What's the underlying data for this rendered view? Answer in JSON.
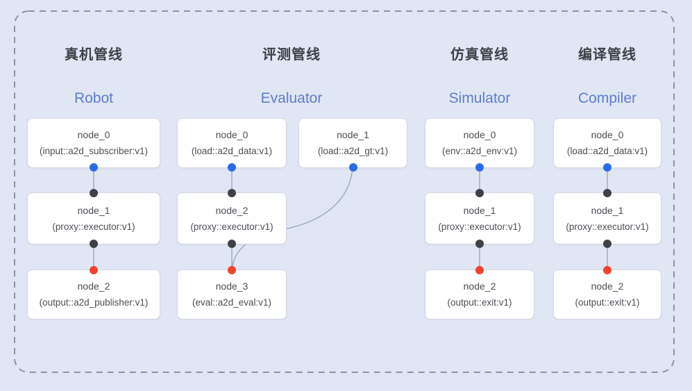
{
  "diagram": {
    "background_color": "#e1e6f4",
    "dashed_border_color": "#8e939c",
    "edge_color": "#9aa3b2",
    "port_colors": {
      "output_source": "#2a6ce8",
      "intermediate": "#3e4145",
      "final_input": "#ee4331"
    },
    "header_cn_color": "#3d4147",
    "header_en_color": "#5b7ecd"
  },
  "pipelines": [
    {
      "title_cn": "真机管线",
      "title_en": "Robot",
      "nodes": [
        {
          "name": "node_0",
          "type": "(input::a2d_subscriber:v1)"
        },
        {
          "name": "node_1",
          "type": "(proxy::executor:v1)"
        },
        {
          "name": "node_2",
          "type": "(output::a2d_publisher:v1)"
        }
      ]
    },
    {
      "title_cn": "评测管线",
      "title_en": "Evaluator",
      "nodes": [
        {
          "name": "node_0",
          "type": "(load::a2d_data:v1)"
        },
        {
          "name": "node_1",
          "type": "(load::a2d_gt:v1)"
        },
        {
          "name": "node_2",
          "type": "(proxy::executor:v1)"
        },
        {
          "name": "node_3",
          "type": "(eval::a2d_eval:v1)"
        }
      ]
    },
    {
      "title_cn": "仿真管线",
      "title_en": "Simulator",
      "nodes": [
        {
          "name": "node_0",
          "type": "(env::a2d_env:v1)"
        },
        {
          "name": "node_1",
          "type": "(proxy::executor:v1)"
        },
        {
          "name": "node_2",
          "type": "(output::exit:v1)"
        }
      ]
    },
    {
      "title_cn": "编译管线",
      "title_en": "Compiler",
      "nodes": [
        {
          "name": "node_0",
          "type": "(load::a2d_data:v1)"
        },
        {
          "name": "node_1",
          "type": "(proxy::executor:v1)"
        },
        {
          "name": "node_2",
          "type": "(output::exit:v1)"
        }
      ]
    }
  ],
  "edges": [
    {
      "from": "robot.node_0",
      "to": "robot.node_1"
    },
    {
      "from": "robot.node_1",
      "to": "robot.node_2"
    },
    {
      "from": "evaluator.node_0",
      "to": "evaluator.node_2"
    },
    {
      "from": "evaluator.node_1",
      "to": "evaluator.node_3"
    },
    {
      "from": "evaluator.node_2",
      "to": "evaluator.node_3"
    },
    {
      "from": "simulator.node_0",
      "to": "simulator.node_1"
    },
    {
      "from": "simulator.node_1",
      "to": "simulator.node_2"
    },
    {
      "from": "compiler.node_0",
      "to": "compiler.node_1"
    },
    {
      "from": "compiler.node_1",
      "to": "compiler.node_2"
    }
  ]
}
